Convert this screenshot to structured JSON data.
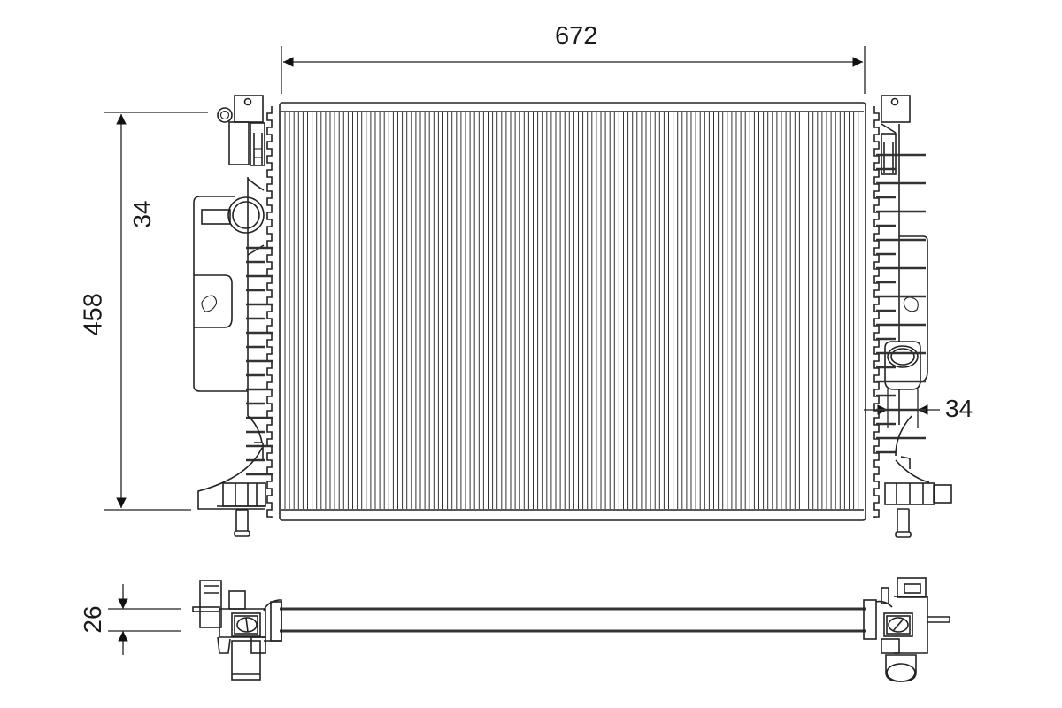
{
  "drawing": {
    "subject": "Radiator technical drawing",
    "views": [
      "front-view",
      "top-view"
    ],
    "line_color": "#222222",
    "background": "#ffffff"
  },
  "dimensions": {
    "width": {
      "value": "672",
      "unit": "mm",
      "orientation": "horizontal"
    },
    "height": {
      "value": "458",
      "unit": "mm",
      "orientation": "vertical"
    },
    "inlet_diameter": {
      "value": "34",
      "unit": "mm",
      "orientation": "vertical",
      "side": "left"
    },
    "outlet_diameter": {
      "value": "34",
      "unit": "mm",
      "orientation": "horizontal",
      "side": "right"
    },
    "core_thickness": {
      "value": "26",
      "unit": "mm",
      "orientation": "vertical",
      "view": "top"
    }
  }
}
